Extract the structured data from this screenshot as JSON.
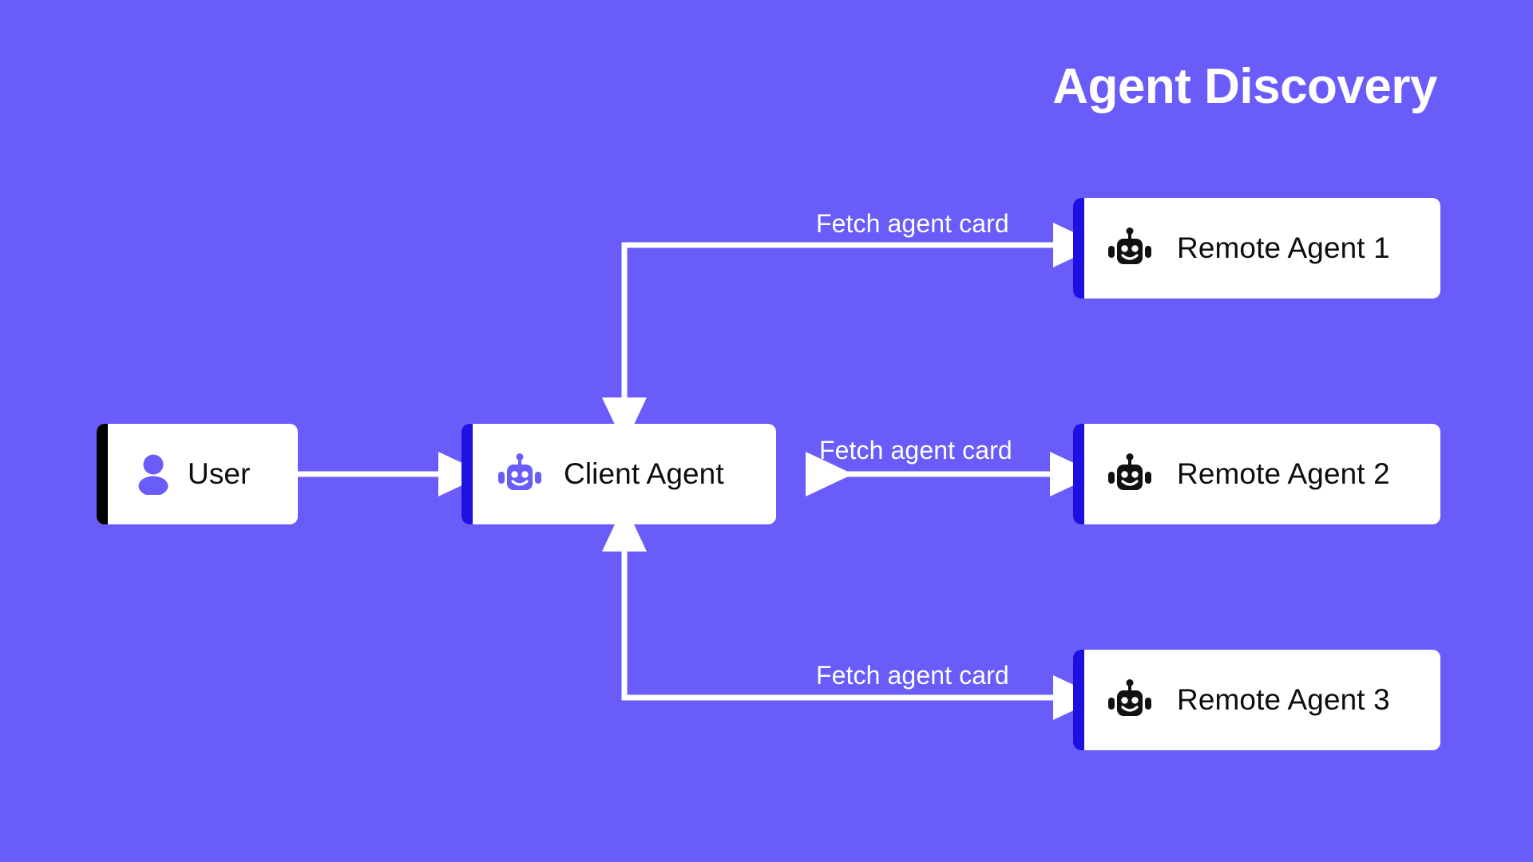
{
  "page": {
    "title": "Agent Discovery",
    "background_color": "#6a5cf8",
    "line_color": "#ffffff",
    "accent_blue": "#1e10e0",
    "accent_black": "#000000",
    "node_bg": "#ffffff",
    "node_text_color": "#0d0d0d",
    "client_icon_color": "#6a5cf8",
    "remote_icon_color": "#111111"
  },
  "nodes": {
    "user": {
      "label": "User",
      "icon": "person-icon",
      "accent": "#000000"
    },
    "client": {
      "label": "Client Agent",
      "icon": "robot-icon",
      "accent": "#1e10e0"
    },
    "remotes": [
      {
        "label": "Remote Agent 1",
        "icon": "robot-icon",
        "accent": "#1e10e0"
      },
      {
        "label": "Remote Agent 2",
        "icon": "robot-icon",
        "accent": "#1e10e0"
      },
      {
        "label": "Remote Agent 3",
        "icon": "robot-icon",
        "accent": "#1e10e0"
      }
    ]
  },
  "edges": [
    {
      "id": "user-to-client",
      "label": "",
      "direction": "right",
      "from": "User",
      "to": "Client Agent"
    },
    {
      "id": "client-to-remote-1",
      "label": "Fetch agent card",
      "direction": "right",
      "from": "Client Agent",
      "to": "Remote Agent 1"
    },
    {
      "id": "client-to-remote-2",
      "label": "Fetch agent card",
      "direction": "both",
      "from": "Client Agent",
      "to": "Remote Agent 2"
    },
    {
      "id": "client-to-remote-3",
      "label": "Fetch agent card",
      "direction": "right",
      "from": "Client Agent",
      "to": "Remote Agent 3"
    }
  ],
  "labels": {
    "edge_1": "Fetch agent card",
    "edge_2": "Fetch agent card",
    "edge_3": "Fetch agent card"
  }
}
